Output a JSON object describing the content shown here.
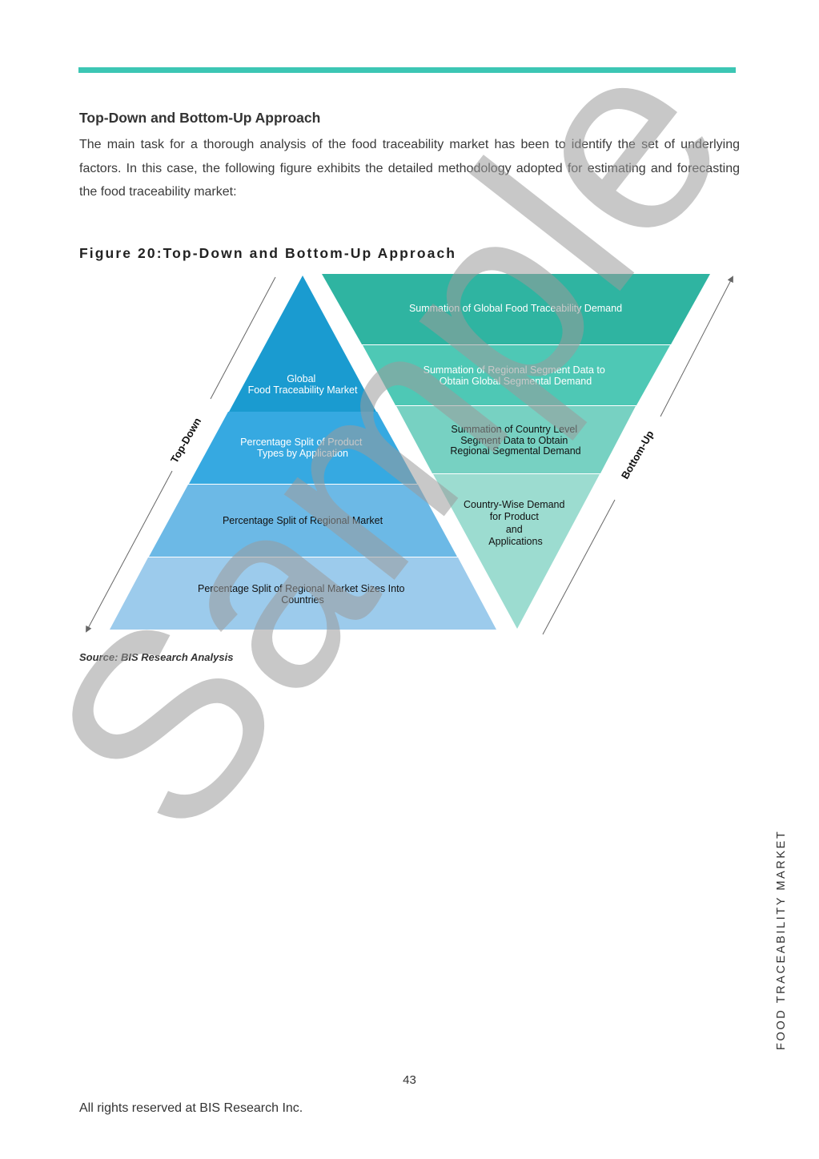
{
  "page": {
    "heading": "Top-Down and Bottom-Up Approach",
    "paragraph": "The main task for a thorough analysis of the food traceability market has been to identify the set of underlying factors. In this case, the following figure exhibits the detailed methodology adopted for estimating and forecasting the food traceability market:",
    "figure_caption": "Figure 20:Top-Down and Bottom-Up Approach",
    "source": "Source: BIS Research Analysis",
    "side_label": "FOOD TRACEABILITY MARKET",
    "page_number": "43",
    "footer": "All rights reserved at BIS Research Inc.",
    "watermark": "Sample"
  },
  "colors": {
    "accent_rule": "#3cc6b4",
    "pyramid": [
      "#1a9bd0",
      "#36a9e1",
      "#6cb9e6",
      "#9ccbec"
    ],
    "inverted": [
      "#2fb4a1",
      "#4ec8b5",
      "#77d1c2",
      "#9cdcd0"
    ]
  },
  "diagram": {
    "top_down_label": "Top-Down",
    "bottom_up_label": "Bottom-Up",
    "pyramid_segments": [
      {
        "lines": [
          "Global",
          "Food Traceability Market"
        ]
      },
      {
        "lines": [
          "Percentage Split of Product",
          "Types by Application"
        ]
      },
      {
        "lines": [
          "Percentage Split of Regional Market"
        ]
      },
      {
        "lines": [
          "Percentage Split of Regional Market Sizes Into",
          "Countries"
        ]
      }
    ],
    "inverted_segments": [
      {
        "lines": [
          "Summation of Global Food Traceability Demand"
        ]
      },
      {
        "lines": [
          "Summation of Regional Segment Data to",
          "Obtain Global Segmental Demand"
        ]
      },
      {
        "lines": [
          "Summation of  Country Level",
          "Segment Data to Obtain",
          "Regional Segmental Demand"
        ]
      },
      {
        "lines": [
          "Country-Wise Demand",
          "for Product",
          "and",
          "Applications"
        ]
      }
    ]
  }
}
